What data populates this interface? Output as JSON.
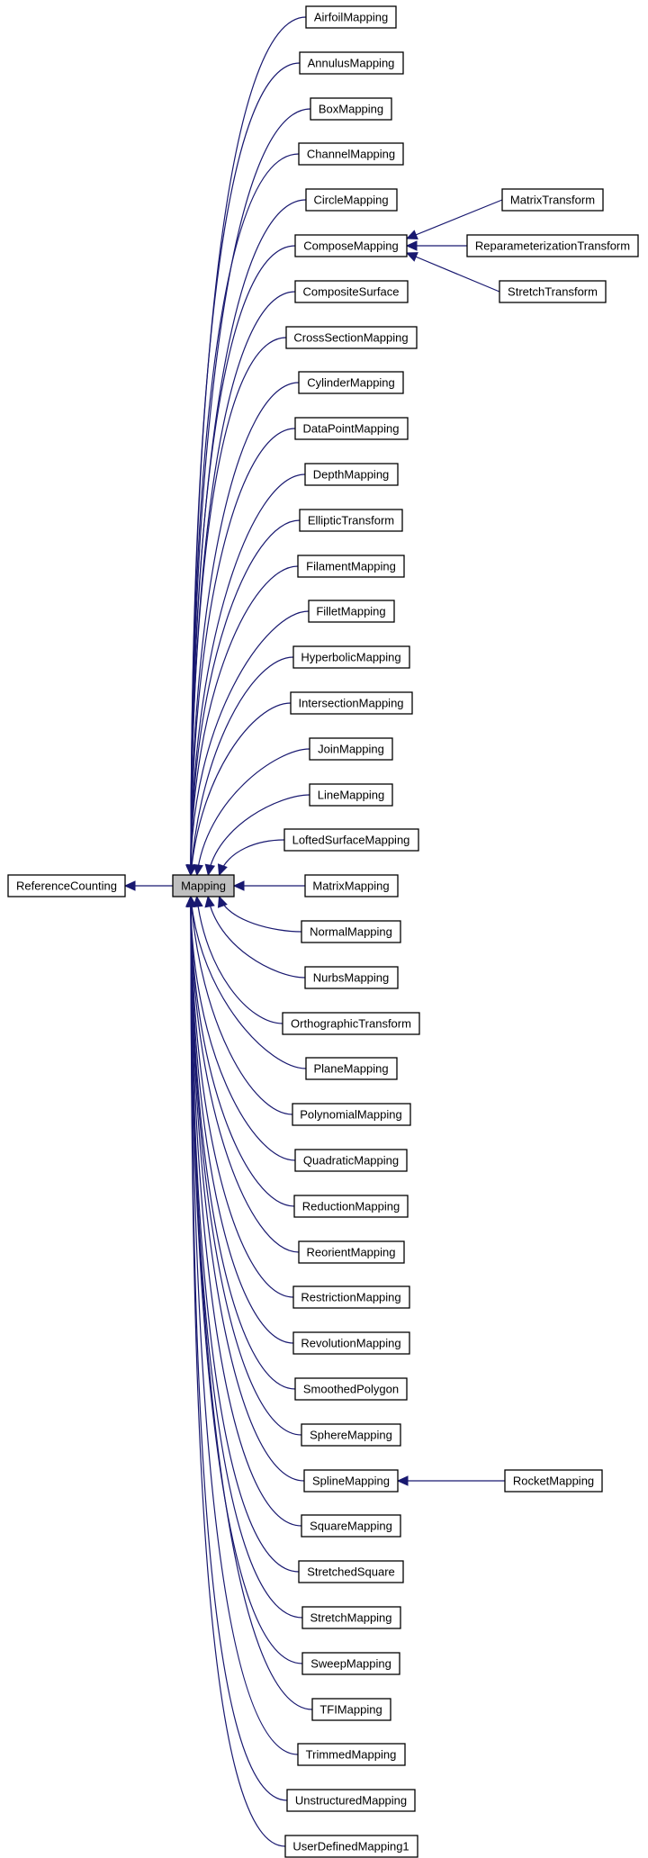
{
  "diagram": {
    "root": {
      "id": "referencecounting",
      "label": "ReferenceCounting"
    },
    "focus": {
      "id": "mapping",
      "label": "Mapping"
    },
    "derived": [
      {
        "id": "airfoilmapping",
        "label": "AirfoilMapping"
      },
      {
        "id": "annulusmapping",
        "label": "AnnulusMapping"
      },
      {
        "id": "boxmapping",
        "label": "BoxMapping"
      },
      {
        "id": "channelmapping",
        "label": "ChannelMapping"
      },
      {
        "id": "circlemapping",
        "label": "CircleMapping"
      },
      {
        "id": "composemapping",
        "label": "ComposeMapping"
      },
      {
        "id": "compositesurface",
        "label": "CompositeSurface"
      },
      {
        "id": "crosssectionmapping",
        "label": "CrossSectionMapping"
      },
      {
        "id": "cylindermapping",
        "label": "CylinderMapping"
      },
      {
        "id": "datapointmapping",
        "label": "DataPointMapping"
      },
      {
        "id": "depthmapping",
        "label": "DepthMapping"
      },
      {
        "id": "elliptictransform",
        "label": "EllipticTransform"
      },
      {
        "id": "filamentmapping",
        "label": "FilamentMapping"
      },
      {
        "id": "filletmapping",
        "label": "FilletMapping"
      },
      {
        "id": "hyperbolicmapping",
        "label": "HyperbolicMapping"
      },
      {
        "id": "intersectionmapping",
        "label": "IntersectionMapping"
      },
      {
        "id": "joinmapping",
        "label": "JoinMapping"
      },
      {
        "id": "linemapping",
        "label": "LineMapping"
      },
      {
        "id": "loftedsurfacemapping",
        "label": "LoftedSurfaceMapping"
      },
      {
        "id": "matrixmapping",
        "label": "MatrixMapping"
      },
      {
        "id": "normalmapping",
        "label": "NormalMapping"
      },
      {
        "id": "nurbsmapping",
        "label": "NurbsMapping"
      },
      {
        "id": "orthographictransform",
        "label": "OrthographicTransform"
      },
      {
        "id": "planemapping",
        "label": "PlaneMapping"
      },
      {
        "id": "polynomialmapping",
        "label": "PolynomialMapping"
      },
      {
        "id": "quadraticmapping",
        "label": "QuadraticMapping"
      },
      {
        "id": "reductionmapping",
        "label": "ReductionMapping"
      },
      {
        "id": "reorientmapping",
        "label": "ReorientMapping"
      },
      {
        "id": "restrictionmapping",
        "label": "RestrictionMapping"
      },
      {
        "id": "revolutionmapping",
        "label": "RevolutionMapping"
      },
      {
        "id": "smoothedpolygon",
        "label": "SmoothedPolygon"
      },
      {
        "id": "spheremapping",
        "label": "SphereMapping"
      },
      {
        "id": "splinemapping",
        "label": "SplineMapping"
      },
      {
        "id": "squaremapping",
        "label": "SquareMapping"
      },
      {
        "id": "stretchedsquare",
        "label": "StretchedSquare"
      },
      {
        "id": "stretchmapping",
        "label": "StretchMapping"
      },
      {
        "id": "sweepmapping",
        "label": "SweepMapping"
      },
      {
        "id": "tfimapping",
        "label": "TFIMapping"
      },
      {
        "id": "trimmedmapping",
        "label": "TrimmedMapping"
      },
      {
        "id": "unstructuredmapping",
        "label": "UnstructuredMapping"
      },
      {
        "id": "userdefinedmapping1",
        "label": "UserDefinedMapping1"
      }
    ],
    "subderived": [
      {
        "id": "matrixtransform",
        "label": "MatrixTransform",
        "parent": "composemapping"
      },
      {
        "id": "reparameterizationtransform",
        "label": "ReparameterizationTransform",
        "parent": "composemapping"
      },
      {
        "id": "stretchtransform",
        "label": "StretchTransform",
        "parent": "composemapping"
      },
      {
        "id": "rocketmapping",
        "label": "RocketMapping",
        "parent": "splinemapping"
      }
    ],
    "colors": {
      "edge": "#191970",
      "node_border": "#000000",
      "node_fill": "#ffffff",
      "focus_fill": "#bfbfbf"
    }
  }
}
